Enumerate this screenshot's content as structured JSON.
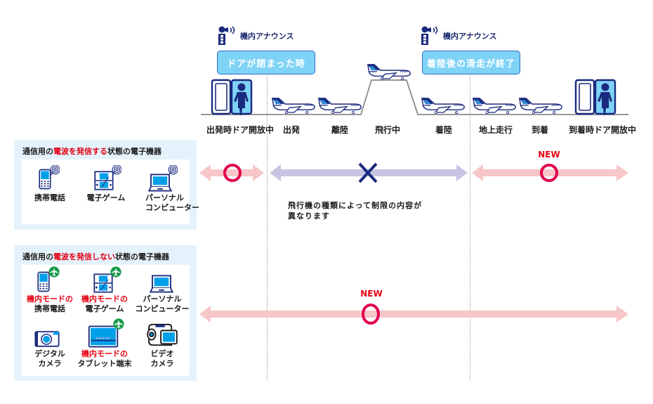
{
  "announcements": [
    {
      "label": "機内アナウンス",
      "event": "ドアが閉まった時"
    },
    {
      "label": "機内アナウンス",
      "event": "着陸後の滑走が終了"
    }
  ],
  "stages": [
    "出発時ドア開放中",
    "出発",
    "離陸",
    "飛行中",
    "着陸",
    "地上走行",
    "到着",
    "到着時ドア開放中"
  ],
  "transmitting_panel": {
    "title_prefix": "通信用の",
    "title_highlight": "電波を発信する",
    "title_suffix": "状態の電子機器",
    "devices": [
      {
        "icon": "mobile-phone-icon",
        "label_line1": "携帯電話",
        "label_line2": ""
      },
      {
        "icon": "game-console-icon",
        "label_line1": "電子ゲーム",
        "label_line2": ""
      },
      {
        "icon": "laptop-icon",
        "label_line1": "パーソナル",
        "label_line2": "コンピューター"
      }
    ],
    "rules": [
      {
        "segment": "door-open-departure",
        "mark": "○",
        "allowed": true,
        "new": false
      },
      {
        "segment": "departure-to-landing",
        "mark": "×",
        "allowed": false,
        "new": false
      },
      {
        "segment": "taxi-to-arrival",
        "mark": "○",
        "allowed": true,
        "new": true
      }
    ],
    "note_line1": "飛行機の種類によって制限の内容が",
    "note_line2": "異なります"
  },
  "non_transmitting_panel": {
    "title_prefix": "通信用の",
    "title_highlight": "電波を発信しない",
    "title_suffix": "状態の電子機器",
    "devices": [
      {
        "icon": "mobile-phone-icon",
        "airplane_mode": true,
        "label_red": "機内モードの",
        "label": "携帯電話"
      },
      {
        "icon": "game-console-icon",
        "airplane_mode": true,
        "label_red": "機内モードの",
        "label": "電子ゲーム"
      },
      {
        "icon": "laptop-icon",
        "airplane_mode": false,
        "label_red": "",
        "label_line1": "パーソナル",
        "label": "コンピューター"
      },
      {
        "icon": "digital-camera-icon",
        "airplane_mode": false,
        "label_red": "",
        "label_line1": "デジタル",
        "label": "カメラ"
      },
      {
        "icon": "tablet-icon",
        "airplane_mode": true,
        "label_red": "機内モードの",
        "label": "タブレット端末"
      },
      {
        "icon": "video-camera-icon",
        "airplane_mode": false,
        "label_red": "",
        "label_line1": "ビデオ",
        "label": "カメラ"
      }
    ],
    "rules": [
      {
        "segment": "all",
        "mark": "○",
        "allowed": true,
        "new": true
      }
    ]
  },
  "badges": {
    "new": "NEW"
  },
  "colors": {
    "allowed_arrow": "#f6c6c8",
    "forbidden_arrow": "#c7c5e3",
    "circle_mark": "#e0004d",
    "cross_mark": "#1a2a7e",
    "event_box": "#7fd3f7",
    "panel_bg": "#e4f2fb",
    "highlight_red": "#e60012",
    "navy": "#1a2a7e",
    "device_blue": "#00a0e9",
    "airplane_badge": "#1a9a4a"
  }
}
